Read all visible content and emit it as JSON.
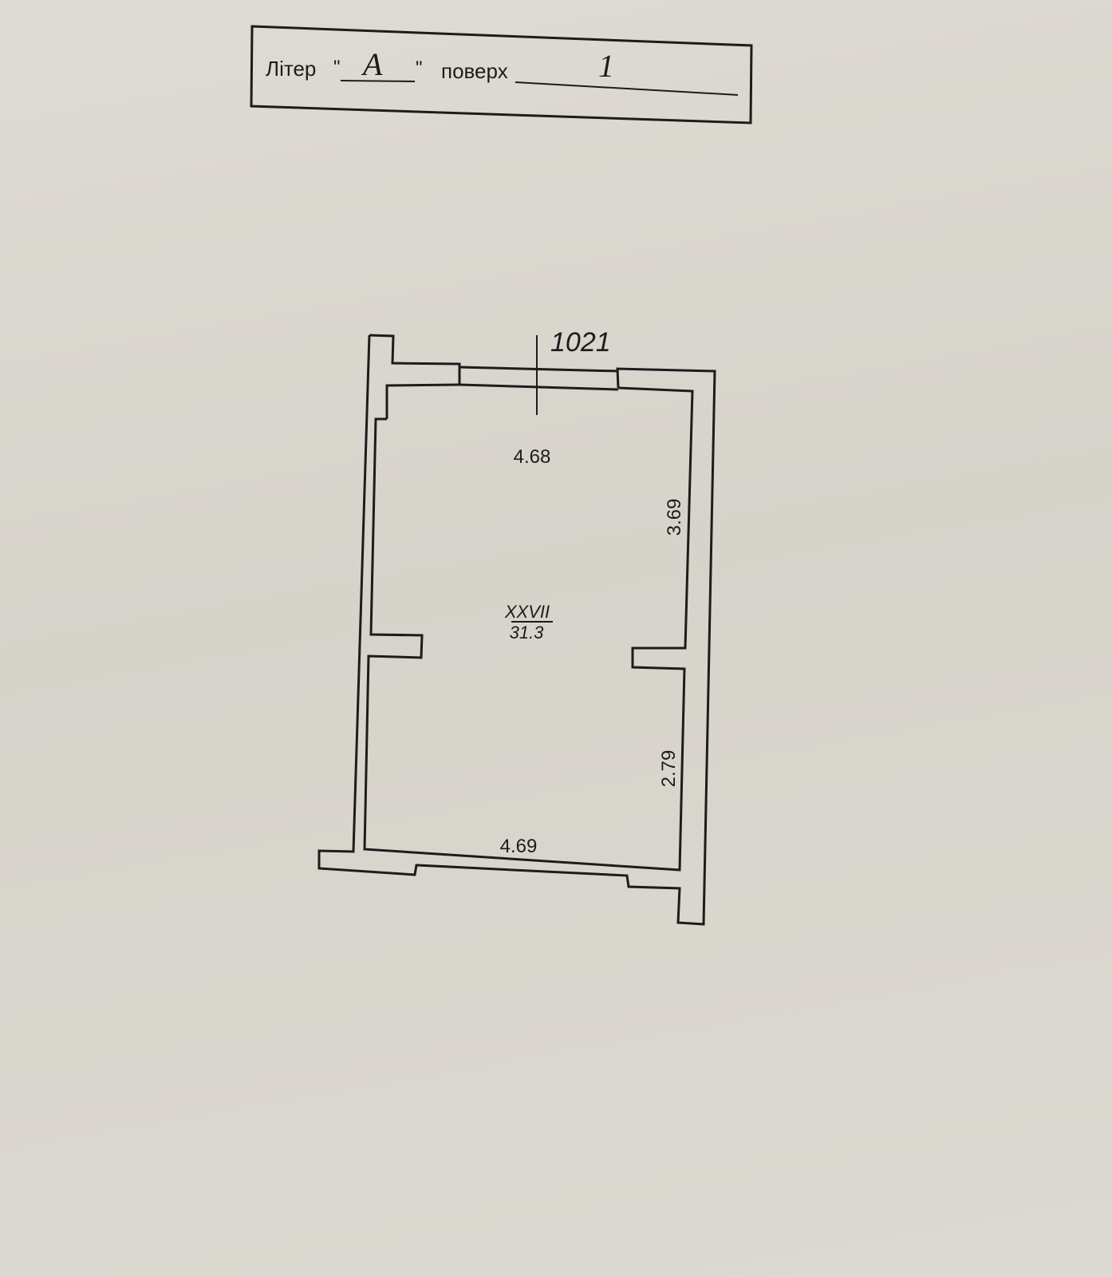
{
  "header": {
    "liter_label": "Літер",
    "quote_open": "\"",
    "liter_value": "А",
    "quote_close": "\"",
    "floor_label": "поверх",
    "floor_value": "1"
  },
  "plan": {
    "unit_number": "1021",
    "room": {
      "number": "XXVII",
      "area": "31.3"
    },
    "dimensions": {
      "top": "4.68",
      "right_upper": "3.69",
      "right_lower": "2.79",
      "bottom": "4.69"
    }
  }
}
